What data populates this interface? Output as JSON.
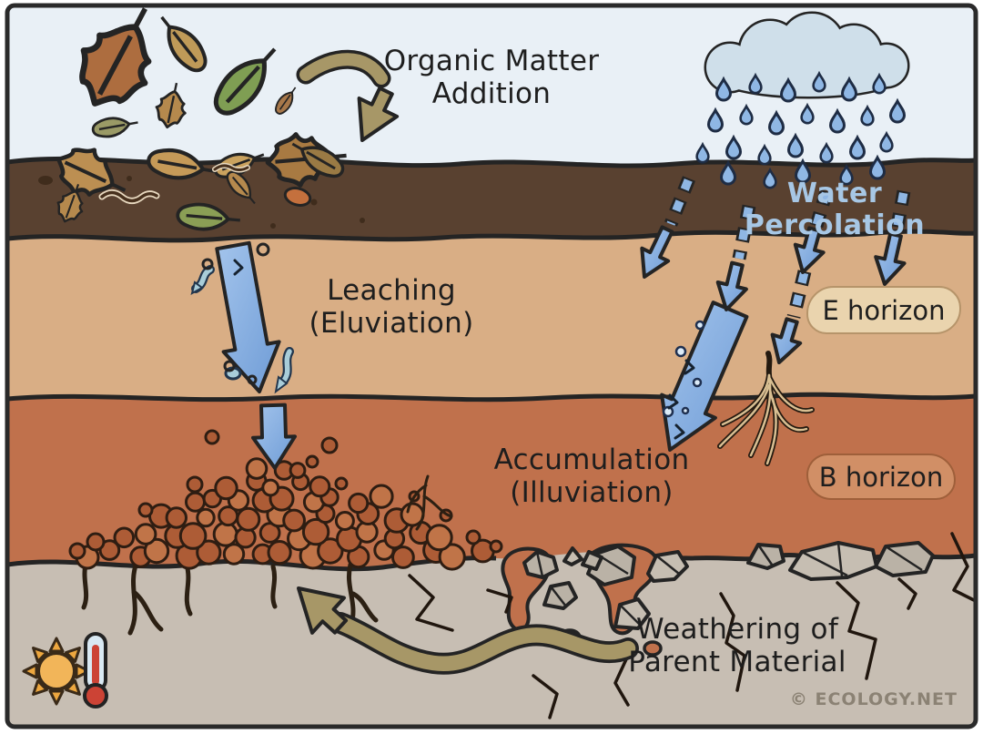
{
  "labels": {
    "organic_matter_line1": "Organic Matter",
    "organic_matter_line2": "Addition",
    "water_percolation": "Water Percolation",
    "leaching_line1": "Leaching",
    "leaching_line2": "(Eluviation)",
    "e_horizon": "E horizon",
    "accumulation_line1": "Accumulation",
    "accumulation_line2": "(Illuviation)",
    "b_horizon": "B horizon",
    "weathering_line1": "Weathering of",
    "weathering_line2": "Parent Material",
    "copyright": "© ECOLOGY.NET"
  },
  "colors": {
    "sky": "#e9f0f6",
    "topsoil": "#594130",
    "e_horizon": "#d9ae85",
    "b_horizon": "#c0714c",
    "bedrock": "#c7beb3",
    "arrow_blue_light": "#a3c4ec",
    "arrow_blue": "#6f9cd6",
    "arrow_khaki": "#a79767",
    "raindrop_blue": "#8fb7e4",
    "cloud": "#cfdfea",
    "particle_brown": "#ad5c36",
    "particle_brown_light": "#c07448",
    "label_text": "#1e1e1e",
    "water_text": "#a7c7e5",
    "copyright_text": "#8b8274",
    "e_pill_bg": "#ead4ae",
    "b_pill_bg": "#d18f66",
    "outline": "#242424"
  },
  "icons": {
    "rain_cloud": "rain-cloud-icon",
    "raindrop": "raindrop-icon",
    "sun": "sun-icon",
    "thermometer": "thermometer-icon",
    "leaf": "leaf-icon",
    "worm": "worm-icon",
    "rock": "rock-icon",
    "root": "root-icon",
    "down_arrow": "down-arrow-icon",
    "curved_arrow": "curved-arrow-icon"
  }
}
